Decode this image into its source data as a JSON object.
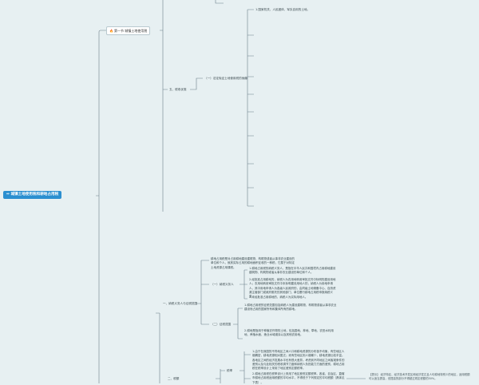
{
  "root": {
    "label": "城镇土地使用税和耕地占用税"
  },
  "section1": {
    "label": "第一节 城镇土地使用税",
    "badge_icon": "fire-icon",
    "item5": {
      "label": "五、税收优惠",
      "sub1": {
        "label": "（一）法定免征土地使用税的优惠",
        "first_entry": "1.国家机关、人民团体、军队自用的土地。"
      }
    }
  },
  "section2": {
    "item1": {
      "label": "一、纳税义务人与征税范围",
      "intro": "耕地占用税是对占用耕地建设建筑物、构筑物或者从事非农业建设的单位和个人，就其实际占用的耕地面积征收的一种税，它属于对特定土地资源占用课税。",
      "sub1": {
        "label": "（一）纳税义务人",
        "p1": "1.耕地占用税的纳税义务人，是指在中华人民共和国境内占用耕地建设建筑物、构筑物或者从事非农业建设的单位和个人。",
        "p2": "2.经批准占用耕地的，纳税人为农用地转用审批文件中标明的建设用地人；农用地转用审批文件中未标明建设用地人的，纳税人为用地申请人，其中用地申请人为各级人民政府的，由同级土地储备中心、自然资源主管部门或政府委托的其他部门、单位履行耕地占用税申报纳税义务。",
        "p3": "3.未经批准占用耕地的，纳税人为实际用地人。"
      },
      "sub2": {
        "label": "（二）征税范围",
        "p1": "1.耕地占用税的征税范围包括纳税人为建设建筑物、构筑物或者从事非农业建设而占用的国家所有和集体所有的耕地。",
        "p2": "2.耕地是指用于种植农作物的土地，包括园地、林地、草地、农田水利用地、养殖水面、渔业水域滩涂以及其他农用地。"
      }
    },
    "item2": {
      "label": "二、税额",
      "sub_tag": "税率",
      "p1": "1.由于在我国的不同地区之间人口和耕地资源的分布极不均衡，有些地区人烟稠密，耕地资源相对匮乏；而有些地区则人烟稀少，耕地资源比较丰富。各地区之间的经济发展水平也有很大差异。考虑到不同地区之间客观条件的差别以及与此相关的税收调节力度和纳税人负担能力方面的差别，耕地占用税在税率设计上采用了地区差别定额税率。",
      "p2": "2.耕地占用税在税率设计上采用了地区差别定额税率。各省、自治区、直辖市耕地占用税适用税额的平均水平，不得低于下列规定的平均税额（具体见下表）。",
      "note": "【提示】 经济特区、经济技术开发区和经济发达且人均耕地特别少的地区，适用税额可以适当提高，但提高的部分不得超过规定税额的50%。"
    }
  }
}
